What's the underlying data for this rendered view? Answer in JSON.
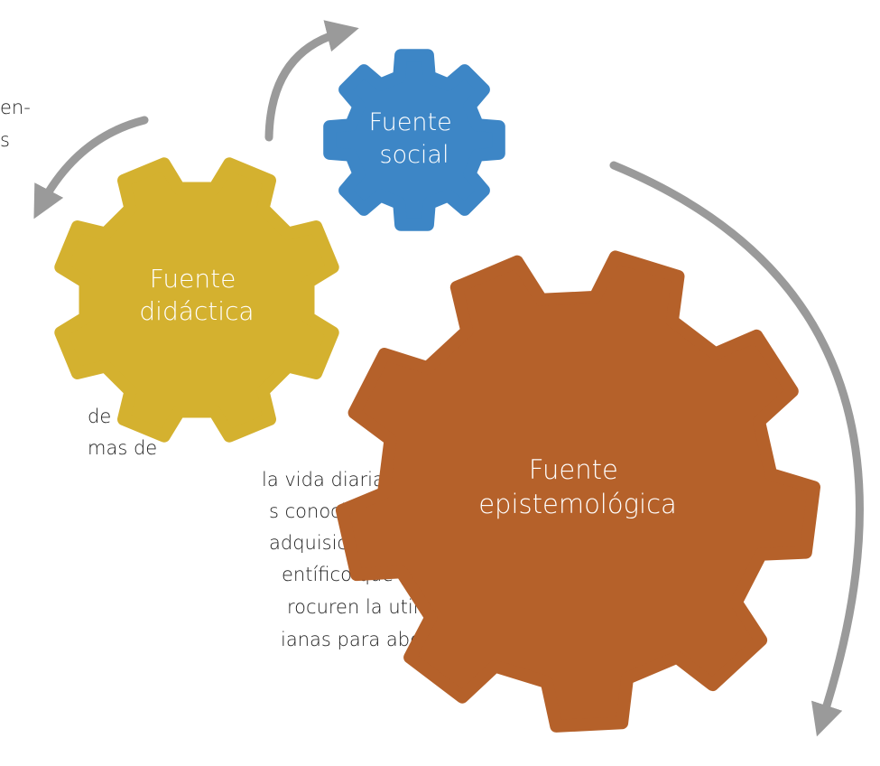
{
  "text_fragments": {
    "top": [
      "en-",
      "s"
    ],
    "bottom": [
      "de",
      "mas de",
      "la vida diaria o su ca-",
      "s conocimientos.",
      "adquisición de proce-",
      "entífico que propicien",
      "rocuren la utilización de",
      "ianas para abordar los pro-"
    ]
  },
  "gears": {
    "social": {
      "label": [
        "Fuente",
        "social"
      ],
      "color": "#3d86c6"
    },
    "didactica": {
      "label": [
        "Fuente",
        "didáctica"
      ],
      "color": "#d4b12f"
    },
    "epistemologica": {
      "label": [
        "Fuente",
        "epistemológica"
      ],
      "color": "#b5612a"
    }
  },
  "arrow_color": "#9a9a9a"
}
